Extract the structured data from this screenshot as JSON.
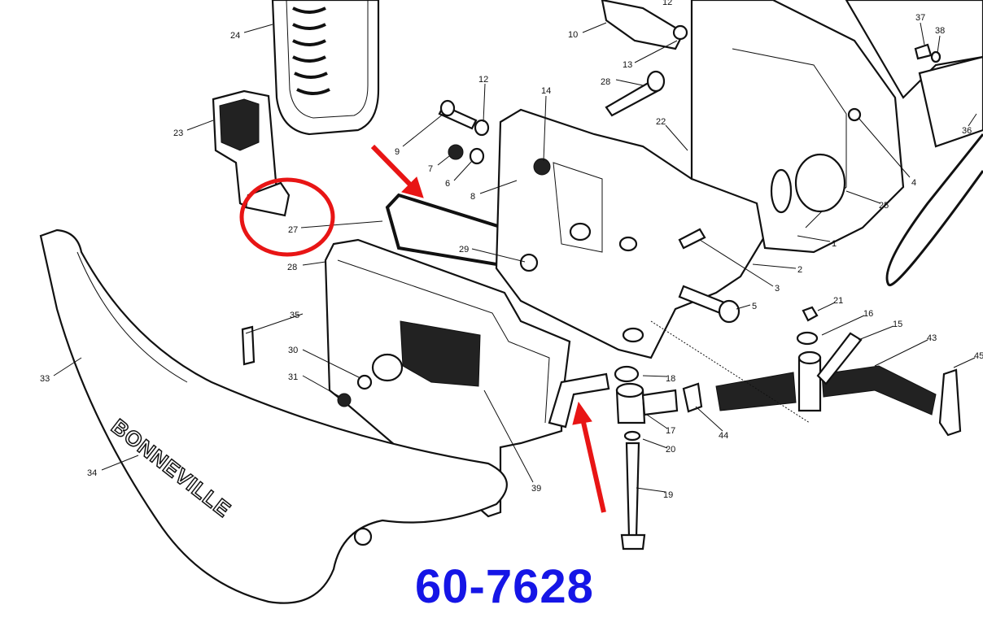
{
  "part_number": "60-7628",
  "logo_text": "BONNEVILLE",
  "callouts": [
    "24",
    "23",
    "27",
    "28",
    "9",
    "12",
    "7",
    "6",
    "8",
    "14",
    "10",
    "12",
    "13",
    "28",
    "22",
    "37",
    "38",
    "36",
    "4",
    "25",
    "1",
    "2",
    "3",
    "5",
    "29",
    "35",
    "30",
    "31",
    "33",
    "34",
    "39",
    "18",
    "17",
    "20",
    "19",
    "44",
    "21",
    "16",
    "15",
    "43",
    "45"
  ],
  "annotation_color": "#e81515",
  "code_color": "#1515e6"
}
